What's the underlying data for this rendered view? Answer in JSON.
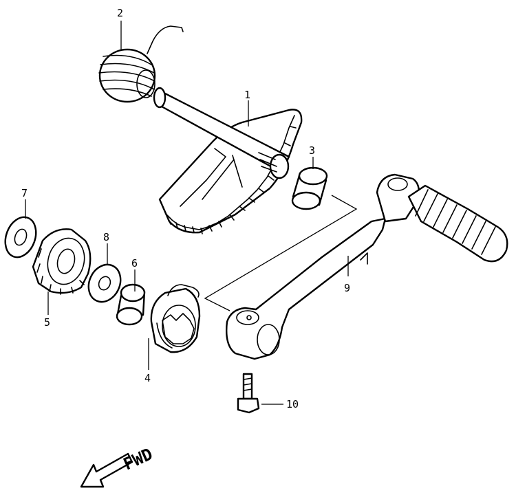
{
  "callouts": [
    {
      "id": "1",
      "label": "1"
    },
    {
      "id": "2",
      "label": "2"
    },
    {
      "id": "3",
      "label": "3"
    },
    {
      "id": "4",
      "label": "4"
    },
    {
      "id": "5",
      "label": "5"
    },
    {
      "id": "6",
      "label": "6"
    },
    {
      "id": "7",
      "label": "7"
    },
    {
      "id": "8",
      "label": "8"
    },
    {
      "id": "9",
      "label": "9"
    },
    {
      "id": "10",
      "label": "10"
    }
  ],
  "direction_label": "FWD",
  "colors": {
    "line": "#000000",
    "background": "#ffffff"
  }
}
